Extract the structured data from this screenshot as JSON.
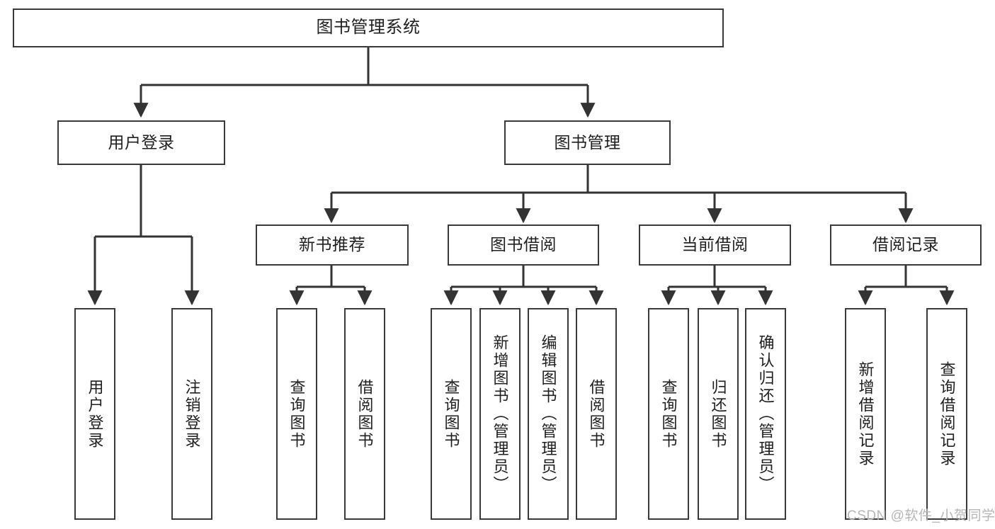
{
  "diagram": {
    "title": "图书管理系统",
    "type": "tree-hierarchy-diagram",
    "colors": {
      "box_border": "#3a3a3a",
      "box_fill": "#ffffff",
      "edge": "#333333",
      "text": "#1f1f1f",
      "watermark": "#b6b6b6",
      "background": "#ffffff"
    },
    "root": {
      "label": "图书管理系统"
    },
    "level1": [
      {
        "label": "用户登录"
      },
      {
        "label": "图书管理"
      }
    ],
    "level2": [
      {
        "label": "新书推荐"
      },
      {
        "label": "图书借阅"
      },
      {
        "label": "当前借阅"
      },
      {
        "label": "借阅记录"
      }
    ],
    "leaves": {
      "user_login": [
        {
          "label": "用户登录"
        },
        {
          "label": "注销登录"
        }
      ],
      "new_book_recommend": [
        {
          "label": "查询图书"
        },
        {
          "label": "借阅图书"
        }
      ],
      "book_borrow": [
        {
          "label": "查询图书"
        },
        {
          "label": "新增图书（管理员）"
        },
        {
          "label": "编辑图书（管理员）"
        },
        {
          "label": "借阅图书"
        }
      ],
      "current_borrow": [
        {
          "label": "查询图书"
        },
        {
          "label": "归还图书"
        },
        {
          "label": "确认归还（管理员）"
        }
      ],
      "borrow_record": [
        {
          "label": "新增借阅记录"
        },
        {
          "label": "查询借阅记录"
        }
      ]
    }
  },
  "watermark": {
    "text": "CSDN @软件_小贺同学"
  }
}
